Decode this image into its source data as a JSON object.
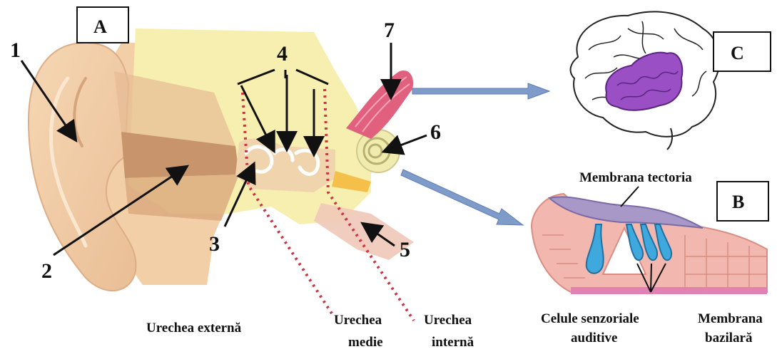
{
  "panels": {
    "a": "A",
    "b": "B",
    "c": "C"
  },
  "numbers": [
    "1",
    "2",
    "3",
    "4",
    "5",
    "6",
    "7"
  ],
  "regions": {
    "external": "Urechea externă",
    "middle_line1": "Urechea",
    "middle_line2": "medie",
    "internal_line1": "Urechea",
    "internal_line2": "internă"
  },
  "organ_of_corti": {
    "tectorial": "Membrana tectoria",
    "hair_cells_line1": "Celule senzoriale",
    "hair_cells_line2": "auditive",
    "basilar_line1": "Membrana",
    "basilar_line2": "bazilară"
  },
  "colors": {
    "skin": "#f3cfa8",
    "skin_shadow": "#e0b28a",
    "bone": "#f7efb0",
    "canal": "#c8946c",
    "muscle": "#e0607e",
    "cochlea": "#f0ecb0",
    "brain_area": "#9b4fc4",
    "arrow": "#7f9bc9",
    "dotted": "#cc3344",
    "corti": "#f2b7ae",
    "hair_cell": "#3fa9de",
    "tectorial_fill": "#a898c8"
  }
}
